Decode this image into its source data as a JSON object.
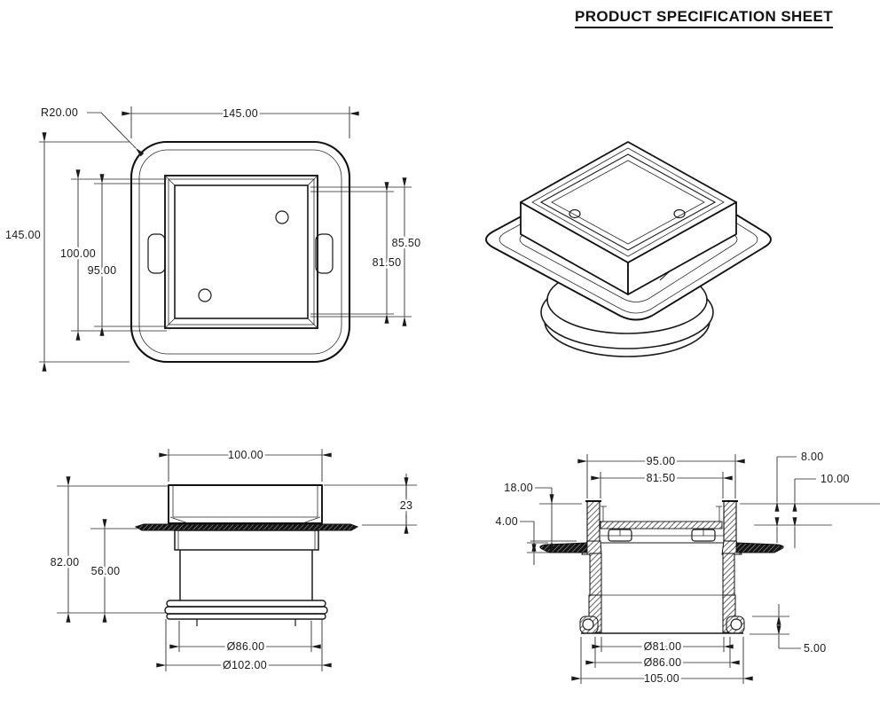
{
  "title": "PRODUCT SPECIFICATION SHEET",
  "plan": {
    "dim_width": "145.00",
    "dim_height": "145.00",
    "dim_radius": "R20.00",
    "dim_frame_outer": "100.00",
    "dim_frame_inner": "95.00",
    "dim_grate_outer": "85.50",
    "dim_grate_inner": "81.50"
  },
  "side": {
    "dim_top_width": "100.00",
    "dim_top_height": "23",
    "dim_overall_height": "82.00",
    "dim_body_height": "56.00",
    "dim_body_dia": "Ø86.00",
    "dim_ring_dia": "Ø102.00"
  },
  "section": {
    "dim_outer_width": "95.00",
    "dim_inner_width": "81.50",
    "dim_rim_depth": "18.00",
    "dim_flange_thk": "4.00",
    "dim_rim_step": "8.00",
    "dim_flange_step": "10.00",
    "dim_oring": "5.00",
    "dim_bore": "Ø81.00",
    "dim_pipe": "Ø86.00",
    "dim_overall": "105.00"
  }
}
